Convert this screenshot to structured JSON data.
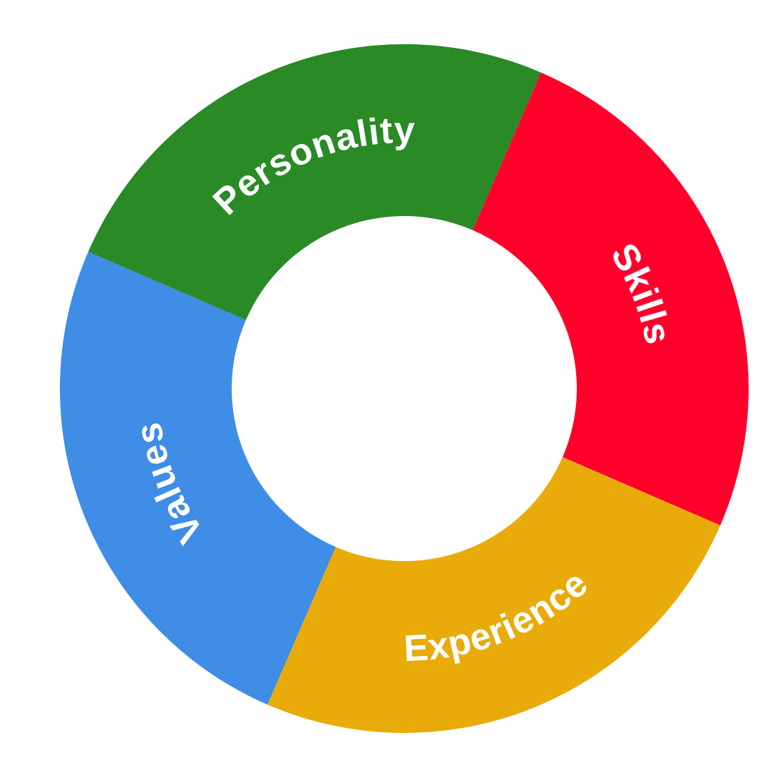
{
  "diagram": {
    "type": "donut",
    "segments": [
      {
        "label": "Personality",
        "value": 25,
        "color": "#2a8a26"
      },
      {
        "label": "Skills",
        "value": 25,
        "color": "#ff002b"
      },
      {
        "label": "Experience",
        "value": 25,
        "color": "#e8ab0a"
      },
      {
        "label": "Values",
        "value": 25,
        "color": "#3f8de6"
      }
    ]
  }
}
